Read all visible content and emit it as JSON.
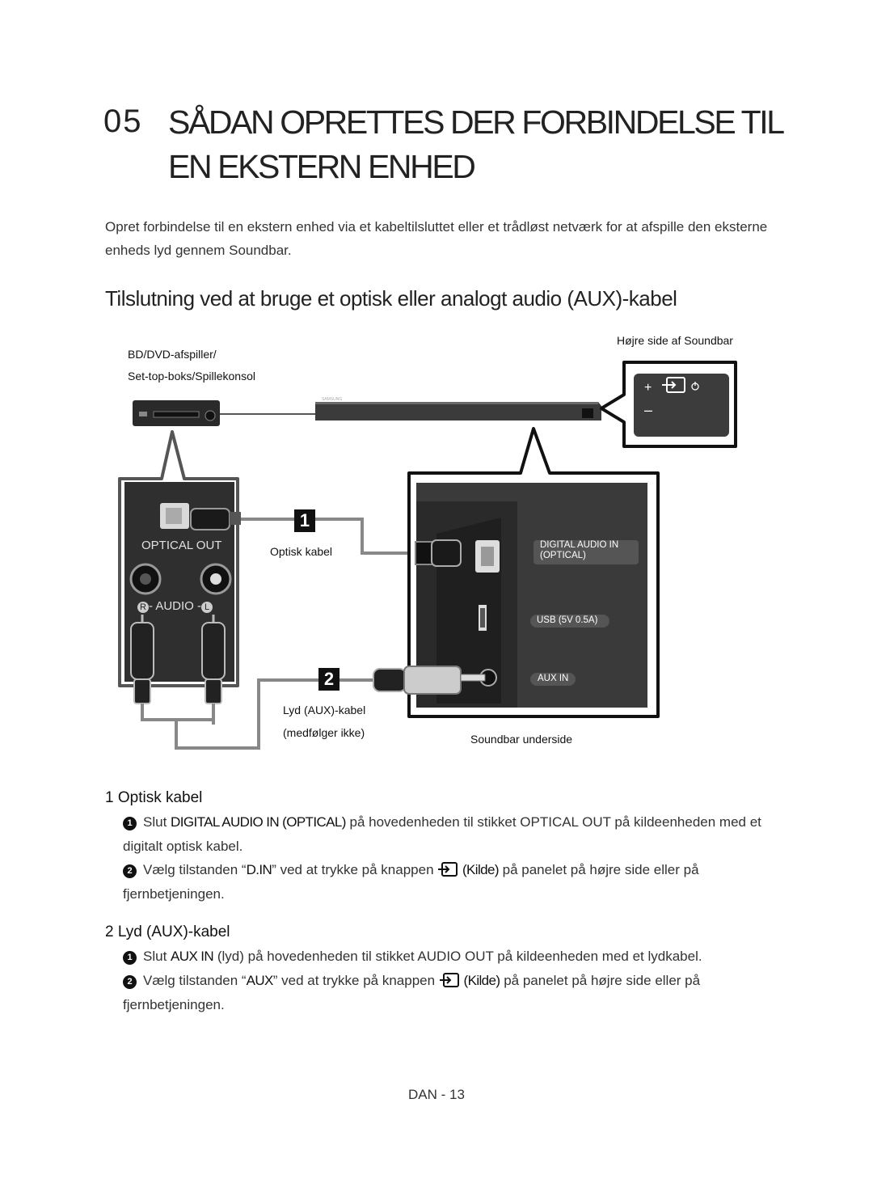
{
  "heading": {
    "number": "05",
    "line1": "SÅDAN OPRETTES DER FORBINDELSE TIL",
    "line2": "EN EKSTERN ENHED"
  },
  "intro": "Opret forbindelse til en ekstern enhed via et kabeltilsluttet eller et trådløst netværk for at afspille den eksterne enheds lyd gennem Soundbar.",
  "section_title": "Tilslutning ved at bruge et optisk eller analogt audio (AUX)-kabel",
  "diagram": {
    "source_device_line1": "BD/DVD-afspiller/",
    "source_device_line2": "Set-top-boks/Spillekonsol",
    "right_side_label": "Højre side af Soundbar",
    "optical_out": "OPTICAL OUT",
    "audio_label": "R - AUDIO - L",
    "audio_r": "R",
    "audio_mid": "- AUDIO -",
    "audio_l": "L",
    "marker_1": "1",
    "marker_2": "2",
    "optical_cable_label": "Optisk kabel",
    "aux_cable_line1": "Lyd (AUX)-kabel",
    "aux_cable_line2": "(medfølger ikke)",
    "digital_audio_in_line1": "DIGITAL AUDIO IN",
    "digital_audio_in_line2": "(OPTICAL)",
    "usb_label": "USB (5V 0.5A)",
    "aux_in_label": "AUX IN",
    "bottom_label": "Soundbar underside",
    "brand": "SAMSUNG"
  },
  "steps": [
    {
      "title": "1 Optisk kabel",
      "items": [
        {
          "bullet": "1",
          "pre": "Slut ",
          "strong": "DIGITAL AUDIO IN (OPTICAL)",
          "post": " på hovedenheden til stikket OPTICAL OUT på kildeenheden med et digitalt optisk kabel."
        },
        {
          "bullet": "2",
          "pre": "Vælg tilstanden “",
          "strong": "D.IN",
          "mid": "” ved at trykke på knappen ",
          "strong2": "(Kilde)",
          "post": " på panelet på højre side eller på fjernbetjeningen."
        }
      ]
    },
    {
      "title": "2 Lyd (AUX)-kabel",
      "items": [
        {
          "bullet": "1",
          "pre": "Slut ",
          "strong": "AUX IN",
          "post": " (lyd) på hovedenheden til stikket AUDIO OUT på kildeenheden med et lydkabel."
        },
        {
          "bullet": "2",
          "pre": "Vælg tilstanden “",
          "strong": "AUX",
          "mid": "” ved at trykke på knappen ",
          "strong2": "(Kilde)",
          "post": " på panelet på højre side eller på fjernbetjeningen."
        }
      ]
    }
  ],
  "footer": "DAN - 13",
  "colors": {
    "text": "#1a1a1a",
    "panel": "#2f2f2f",
    "cable": "#777777",
    "label_bg": "#333333"
  }
}
